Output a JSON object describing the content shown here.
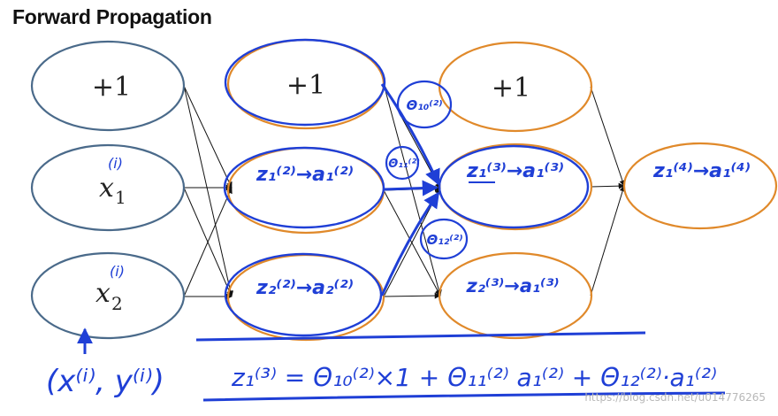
{
  "title": "Forward Propagation",
  "colors": {
    "input_node": "#4a6a8a",
    "hidden_node": "#e0892a",
    "ink": "#1f3fd6",
    "arrow": "#111111"
  },
  "nodes": {
    "input_bias": "+1",
    "input_x1": "x",
    "input_x1_sub": "1",
    "input_x1_sup": "(i)",
    "input_x2": "x",
    "input_x2_sub": "2",
    "input_x2_sup": "(i)",
    "layer2_bias": "+1",
    "layer2_unit1": "z₁⁽²⁾→a₁⁽²⁾",
    "layer2_unit2": "z₂⁽²⁾→a₂⁽²⁾",
    "layer3_bias": "+1",
    "layer3_unit1": "z₁⁽³⁾→a₁⁽³⁾",
    "layer3_unit2": "z₂⁽³⁾→a₁⁽³⁾",
    "output_unit": "z₁⁽⁴⁾→a₁⁽⁴⁾"
  },
  "weights": {
    "w10": "Θ₁₀⁽²⁾",
    "w11": "Θ₁₁⁽²⁾",
    "w12": "Θ₁₂⁽²⁾"
  },
  "annotations": {
    "training_example": "(x⁽ⁱ⁾, y⁽ⁱ⁾)",
    "equation": "z₁⁽³⁾ = Θ₁₀⁽²⁾×1 + Θ₁₁⁽²⁾ a₁⁽²⁾ + Θ₁₂⁽²⁾·a₁⁽²⁾"
  },
  "watermark": "https://blog.csdn.net/u014776265"
}
